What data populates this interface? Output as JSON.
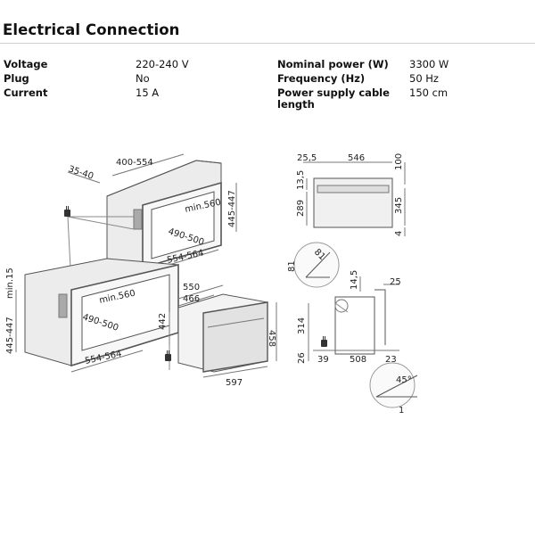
{
  "heading": "Electrical Connection",
  "specs": {
    "voltage": {
      "label": "Voltage",
      "value": "220-240 V"
    },
    "plug": {
      "label": "Plug",
      "value": "No"
    },
    "current": {
      "label": "Current",
      "value": "15 A"
    },
    "nominal_power": {
      "label": "Nominal power (W)",
      "value": "3300 W"
    },
    "frequency": {
      "label": "Frequency (Hz)",
      "value": "50 Hz"
    },
    "cable_length": {
      "label_line1": "Power supply cable",
      "label_line2": "length",
      "value": "150 cm"
    }
  },
  "dimensions": {
    "upper_width": "400-554",
    "upper_depth_gap": "35-40",
    "upper_min": "min.560",
    "upper_height": "445-447",
    "upper_inner": "490-500",
    "upper_outer": "554-564",
    "lower_min_top": "min.15",
    "lower_min": "min.560",
    "lower_height": "445-447",
    "lower_inner": "490-500",
    "lower_outer": "554-564",
    "oven_550": "550",
    "oven_466": "466",
    "oven_442": "442",
    "oven_458": "458",
    "oven_597": "597",
    "front_25_5": "25,5",
    "front_546": "546",
    "front_100": "100",
    "front_13_5": "13,5",
    "front_289": "289",
    "front_345": "345",
    "front_4": "4",
    "detail_81a": "81",
    "detail_81b": "81",
    "side_14_5": "14,5",
    "side_25": "25",
    "side_314": "314",
    "side_26": "26",
    "side_39": "39",
    "side_508": "508",
    "side_23": "23",
    "detail_45": "45°",
    "detail_1": "1"
  }
}
